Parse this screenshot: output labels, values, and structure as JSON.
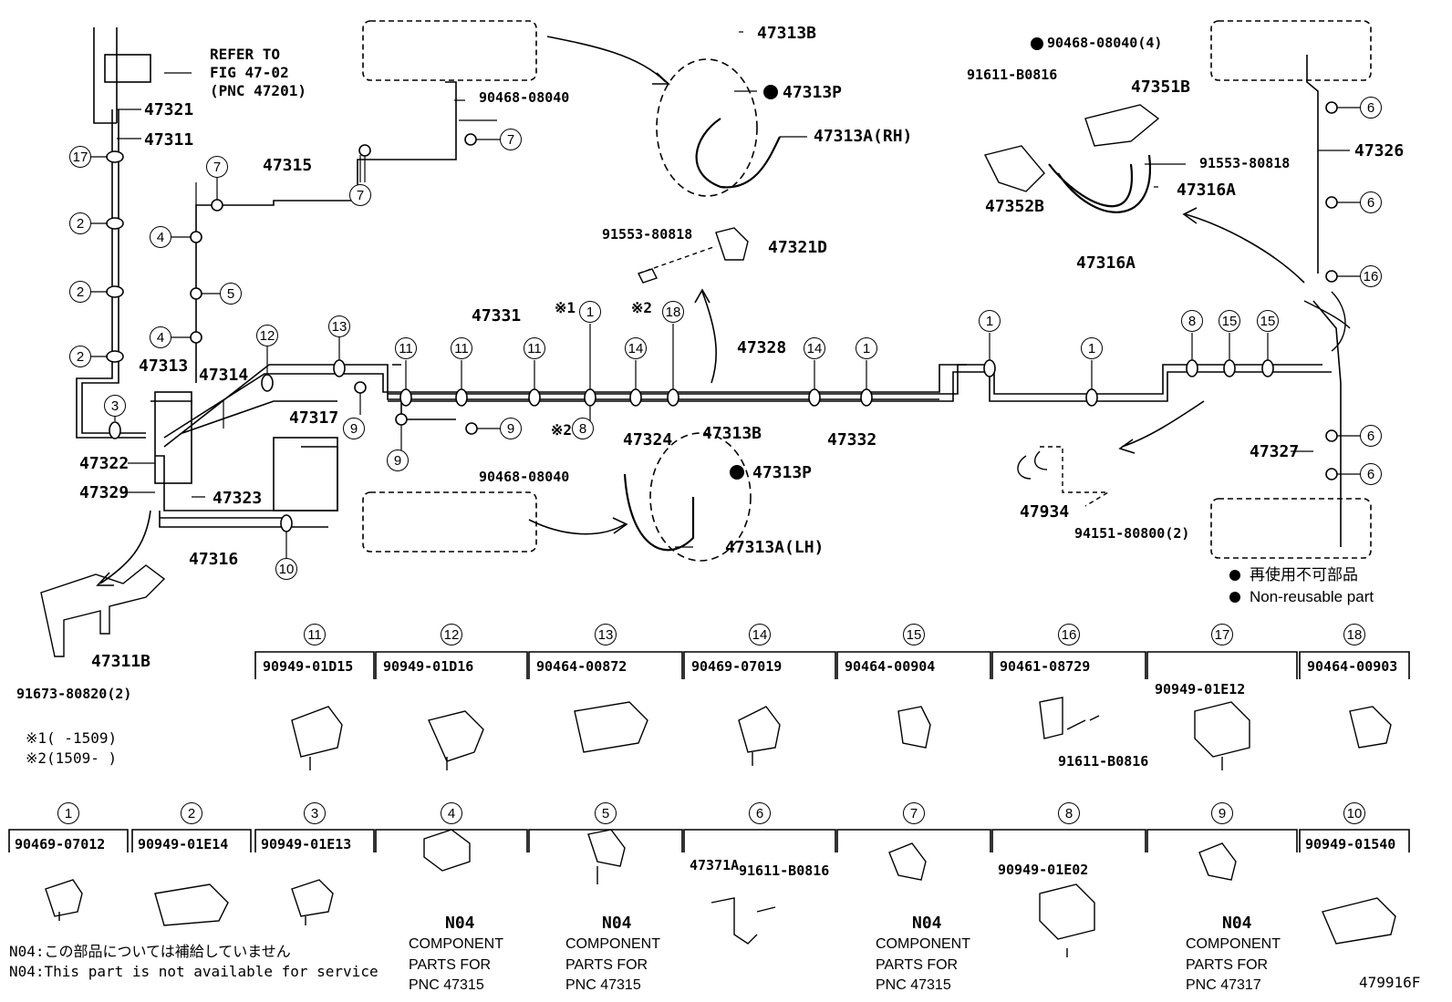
{
  "refer_note": {
    "line1": "REFER TO",
    "line2": "FIG 47-02",
    "line3": "(PNC 47201)"
  },
  "labels": {
    "p47321": "47321",
    "p47311": "47311",
    "p47315": "47315",
    "p47313": "47313",
    "p47314": "47314",
    "p47317": "47317",
    "p47322": "47322",
    "p47329": "47329",
    "p47323": "47323",
    "p47316": "47316",
    "p47311B": "47311B",
    "p91673": "91673-80820(2)",
    "p90468a": "90468-08040",
    "p90468b": "90468-08040",
    "p47313B_top": "47313B",
    "p47313P_top": "47313P",
    "p47313A_rh": "47313A(RH)",
    "p47313B_bot": "47313B",
    "p47313P_bot": "47313P",
    "p47313A_lh": "47313A(LH)",
    "p91553a": "91553-80818",
    "p47321D": "47321D",
    "p47331": "47331",
    "p47328": "47328",
    "p47324": "47324",
    "p47332": "47332",
    "p90468_4": "90468-08040(4)",
    "p91611": "91611-B0816",
    "p47351B": "47351B",
    "p91553b": "91553-80818",
    "p47352B": "47352B",
    "p47316A_a": "47316A",
    "p47316A_b": "47316A",
    "p47326": "47326",
    "p47327": "47327",
    "p47934": "47934",
    "p94151": "94151-80800(2)",
    "mark1": "※1",
    "mark2": "※2",
    "mark2b": "※2"
  },
  "legend": {
    "jp": "再使用不可部品",
    "en": "Non-reusable part"
  },
  "footnotes": {
    "f1": "※1(     -1509)",
    "f2": "※2(1509-     )"
  },
  "parts_row1": [
    {
      "no": "11",
      "pn": "90949-01D15"
    },
    {
      "no": "12",
      "pn": "90949-01D16"
    },
    {
      "no": "13",
      "pn": "90464-00872"
    },
    {
      "no": "14",
      "pn": "90469-07019"
    },
    {
      "no": "15",
      "pn": "90464-00904"
    },
    {
      "no": "16",
      "pn": "90461-08729"
    },
    {
      "no": "17",
      "pn": "90949-01E12"
    },
    {
      "no": "18",
      "pn": "90464-00903"
    }
  ],
  "row1_extra": "91611-B0816",
  "parts_row2": [
    {
      "no": "1",
      "pn": "90469-07012"
    },
    {
      "no": "2",
      "pn": "90949-01E14"
    },
    {
      "no": "3",
      "pn": "90949-01E13"
    },
    {
      "no": "4",
      "pn": ""
    },
    {
      "no": "5",
      "pn": ""
    },
    {
      "no": "6",
      "pn": "47371A"
    },
    {
      "no": "7",
      "pn": ""
    },
    {
      "no": "8",
      "pn": "90949-01E02"
    },
    {
      "no": "9",
      "pn": ""
    },
    {
      "no": "10",
      "pn": "90949-01540"
    }
  ],
  "row2_extra": "91611-B0816",
  "component": {
    "n04": "N04",
    "l1": "COMPONENT",
    "l2": "PARTS FOR",
    "pnc4": "PNC 47315",
    "pnc5": "PNC 47315",
    "pnc7": "PNC 47315",
    "pnc9": "PNC 47317"
  },
  "n04_notes": {
    "jp": "N04:この部品については補給していません",
    "en": "N04:This part is not available for service"
  },
  "figure_id": "479916F",
  "bubbles": [
    "17",
    "2",
    "2",
    "2",
    "3",
    "7",
    "4",
    "5",
    "4",
    "7",
    "7",
    "12",
    "13",
    "11",
    "11",
    "11",
    "1",
    "14",
    "18",
    "14",
    "1",
    "1",
    "1",
    "8",
    "15",
    "15",
    "9",
    "9",
    "9",
    "8",
    "10",
    "6",
    "6",
    "16",
    "6",
    "6"
  ]
}
